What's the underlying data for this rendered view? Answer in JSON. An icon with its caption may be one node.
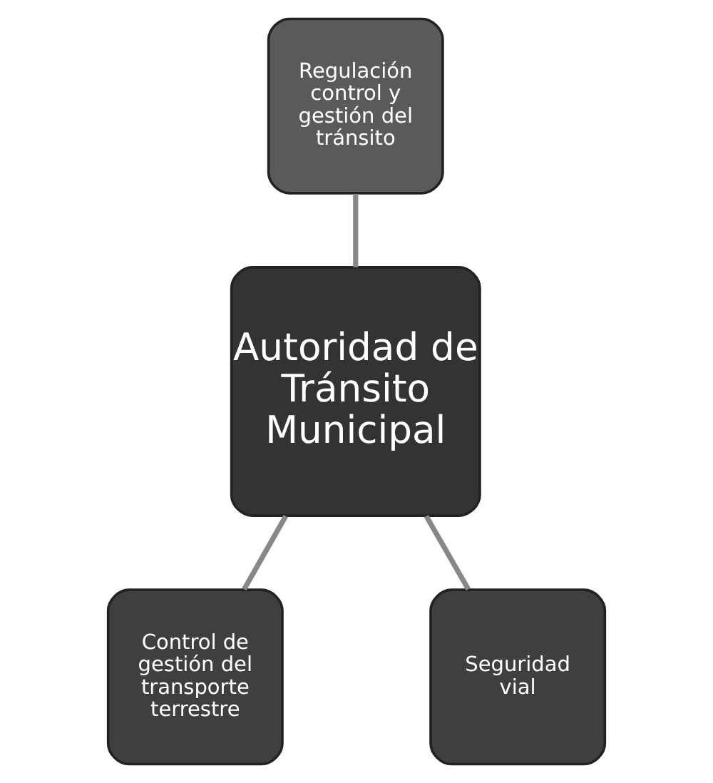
{
  "diagram": {
    "nodes": [
      {
        "text": [
          "Autoridad de Tránsito Municipal"
        ]
      },
      {
        "text": [
          "Regulación control y gestión del tránsito"
        ]
      },
      {
        "text": [
          "Control de gestión del transporte terrestre"
        ]
      },
      {
        "text": [
          "Seguridad vial"
        ]
      }
    ],
    "edges": [
      {
        "from": 1,
        "to": 0,
        "arrow": "none"
      },
      {
        "from": 0,
        "to": 2,
        "arrow": "none"
      },
      {
        "from": 0,
        "to": 3,
        "arrow": "none"
      }
    ]
  }
}
